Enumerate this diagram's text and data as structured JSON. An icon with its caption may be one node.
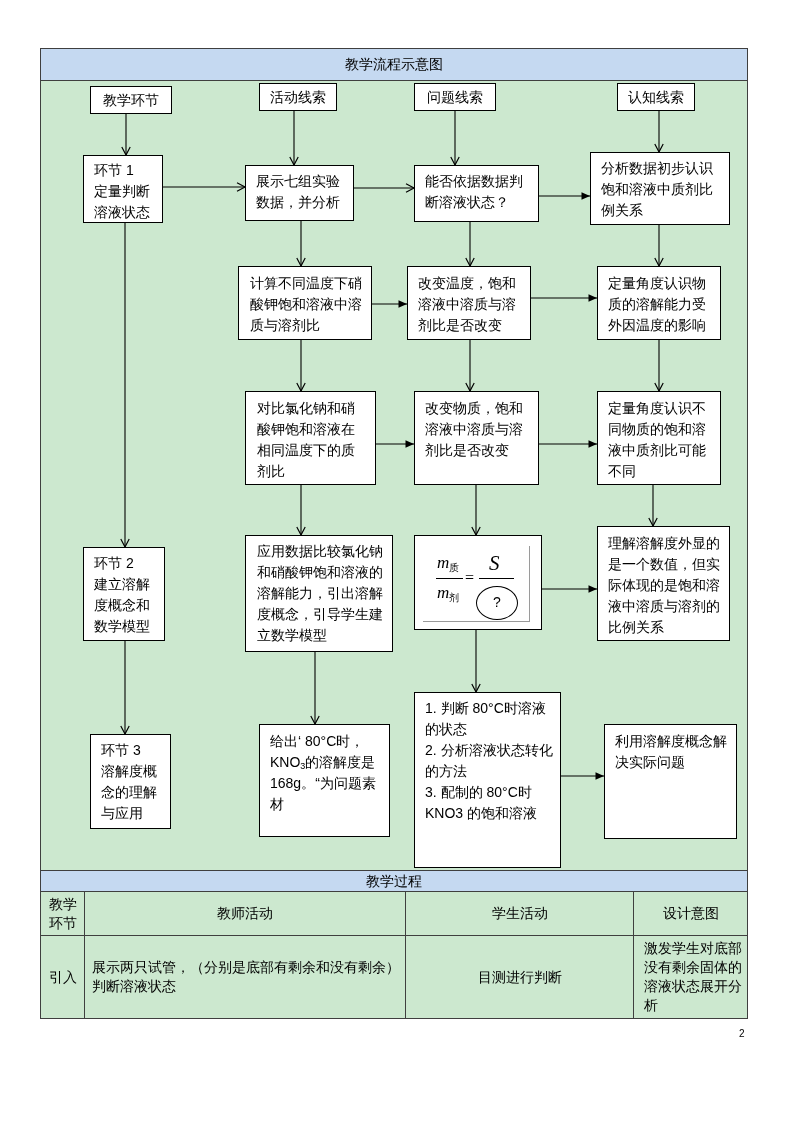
{
  "diagram": {
    "title": "教学流程示意图",
    "nodes": [
      {
        "text": [
          "教学环节"
        ]
      },
      {
        "text": [
          "活动线索"
        ]
      },
      {
        "text": [
          "问题线索"
        ]
      },
      {
        "text": [
          "认知线索"
        ]
      },
      {
        "text": [
          "环节 1",
          "定量判断溶液状态"
        ]
      },
      {
        "text": [
          "展示七组实验数据，并分析"
        ]
      },
      {
        "text": [
          "能否依据数据判断溶液状态？"
        ]
      },
      {
        "text": [
          "分析数据初步认识饱和溶液中质剂比例关系"
        ]
      },
      {
        "text": [
          "计算不同温度下硝酸钾饱和溶液中溶质与溶剂比"
        ]
      },
      {
        "text": [
          "改变温度，饱和溶液中溶质与溶剂比是否改变"
        ]
      },
      {
        "text": [
          "定量角度认识物质的溶解能力受外因温度的影响"
        ]
      },
      {
        "text": [
          "对比氯化钠和硝酸钾饱和溶液在相同温度下的质剂比"
        ]
      },
      {
        "text": [
          "改变物质，饱和溶液中溶质与溶剂比是否改变"
        ]
      },
      {
        "text": [
          "定量角度认识不同物质的饱和溶液中质剂比可能不同"
        ]
      },
      {
        "text": [
          "环节 2",
          "建立溶解度概念和数学模型"
        ]
      },
      {
        "text": [
          "应用数据比较氯化钠和硝酸钾饱和溶液的溶解能力，引出溶解度概念，引导学生建立数学模型"
        ]
      },
      {
        "text": [
          "*m*$_{质}$",
          "*m*$_{剂}$",
          "=",
          "S",
          "?"
        ]
      },
      {
        "text": [
          "理解溶解度外显的是一个数值，但实际体现的是饱和溶液中溶质与溶剂的比例关系"
        ]
      },
      {
        "text": [
          "环节 3",
          "溶解度概念的理解与应用"
        ]
      },
      {
        "text": [
          "给出‘ 80°C时，KNO$_{3}$的溶解度是168g。“为问题素材"
        ]
      },
      {
        "text": [
          "1. 判断 80°C时溶液的状态",
          "2. 分析溶液状态转化的方法",
          "3. 配制的 80°C时KNO3 的饱和溶液"
        ]
      },
      {
        "text": [
          "利用溶解度概念解决实际问题"
        ]
      }
    ],
    "edges": [
      {
        "from": 0,
        "to": 4,
        "arrow": "to"
      },
      {
        "from": 1,
        "to": 5,
        "arrow": "to"
      },
      {
        "from": 2,
        "to": 6,
        "arrow": "to"
      },
      {
        "from": 3,
        "to": 7,
        "arrow": "to"
      },
      {
        "from": 4,
        "to": 5,
        "arrow": "to"
      },
      {
        "from": 5,
        "to": 6,
        "arrow": "to"
      },
      {
        "from": 6,
        "to": 7,
        "arrow": "to"
      },
      {
        "from": 5,
        "to": 8,
        "arrow": "to"
      },
      {
        "from": 6,
        "to": 9,
        "arrow": "to"
      },
      {
        "from": 7,
        "to": 10,
        "arrow": "to"
      },
      {
        "from": 8,
        "to": 9,
        "arrow": "to"
      },
      {
        "from": 9,
        "to": 10,
        "arrow": "to"
      },
      {
        "from": 8,
        "to": 11,
        "arrow": "to"
      },
      {
        "from": 9,
        "to": 12,
        "arrow": "to"
      },
      {
        "from": 10,
        "to": 13,
        "arrow": "to"
      },
      {
        "from": 11,
        "to": 12,
        "arrow": "to"
      },
      {
        "from": 12,
        "to": 13,
        "arrow": "to"
      },
      {
        "from": 4,
        "to": 14,
        "arrow": "to"
      },
      {
        "from": 11,
        "to": 15,
        "arrow": "to"
      },
      {
        "from": 12,
        "to": 16,
        "arrow": "to"
      },
      {
        "from": 13,
        "to": 17,
        "arrow": "to"
      },
      {
        "from": 16,
        "to": 17,
        "arrow": "to"
      },
      {
        "from": 14,
        "to": 18,
        "arrow": "to"
      },
      {
        "from": 15,
        "to": 19,
        "arrow": "to"
      },
      {
        "from": 16,
        "to": 20,
        "arrow": "to"
      },
      {
        "from": 20,
        "to": 21,
        "arrow": "to"
      }
    ],
    "labels": [
      "教学过程",
      "教学环节",
      "教师活动",
      "学生活动",
      "设计意图",
      "引入",
      "展示两只试管，（分别是底部有剩余和没有剩余）判断溶液状态",
      "目测进行判断",
      "激发学生对底部没有剩余固体的溶液状态展开分析",
      "2"
    ]
  }
}
